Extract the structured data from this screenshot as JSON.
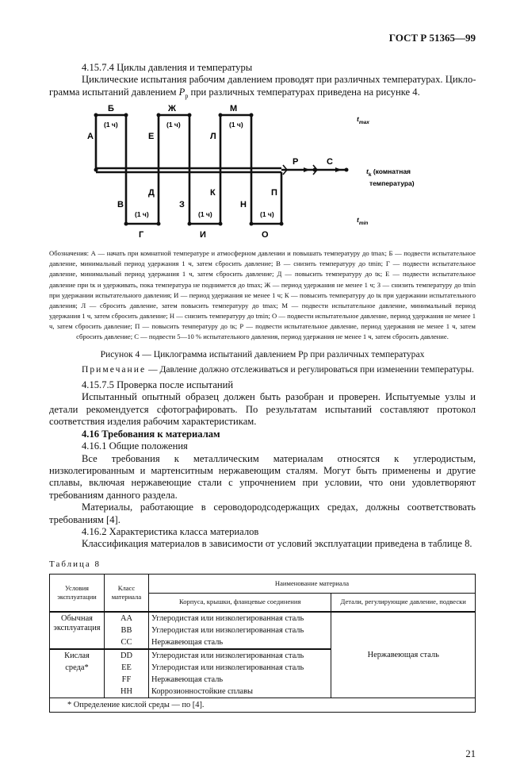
{
  "header": "ГОСТ Р 51365—99",
  "section_4_15_7_4": {
    "heading": "4.15.7.4 Циклы давления и температуры",
    "para_1": "Циклические испытания рабочим давлением проводят при различных температурах. Цикло-",
    "para_2a": "грамма испытаний давлением ",
    "para_sym": "P",
    "para_sub": "р",
    "para_2b": " при различных температурах приведена на рисунке 4."
  },
  "diagram": {
    "labels": {
      "A": "А",
      "B": "Б",
      "V": "В",
      "G": "Г",
      "D": "Д",
      "E": "Е",
      "Zh": "Ж",
      "Z": "З",
      "I": "И",
      "K": "К",
      "L": "Л",
      "M": "М",
      "N": "Н",
      "O": "О",
      "P": "П",
      "R": "Р",
      "S": "С"
    },
    "hold": "(1 ч)",
    "tmax": "t",
    "tmax_sub": "max",
    "tmin": "t",
    "tmin_sub": "min",
    "tk": "t",
    "tk_sub": "k",
    "tk_text1": " (комнатная",
    "tk_text2": "температура)"
  },
  "legend": "Обозначения: А — начать при комнатной температуре и атмосферном давлении и повышать температуру до tmax; Б — подвести испытательное давление, минимальный период удержания 1 ч, затем сбросить давление; В — снизить температуру до tmin; Г — подвести испытательное давление, минимальный период удержания 1 ч, затем сбросить давление; Д — повысить температуру до tк; Е — подвести испытательное давление при tк и удерживать, пока температура не поднимется до tmax; Ж — период удержания не менее 1 ч; З — снизить температуру до tmin при удержании испытательного давления; И — период удержания не менее 1 ч; К — повысить температуру до tк при удержании испытательного давления; Л — сбросить давление, затем повысить температуру до tmax; М — подвести испытательное давление, минимальный период удержания 1 ч, затем сбросить давление; Н — снизить температуру до tmin; О — подвести испытательное давление, период удержания не менее 1 ч, затем сбросить давление; П — повысить температуру до tк; Р — подвести испытательное давление, период удержания не менее 1 ч, затем сбросить давление; С — подвести 5—10 % испытательного давления, период удержания не менее 1 ч, затем сбросить давление.",
  "caption": "Рисунок 4 — Циклограмма испытаний давлением Pр при различных температурах",
  "note_label": "Примечание",
  "note_text": " — Давление должно отслеживаться и регулироваться при изменении температуры.",
  "section_4_15_7_5": {
    "heading": "4.15.7.5 Проверка после испытаний",
    "text": "Испытанный опытный образец должен быть разобран и проверен. Испытуемые узлы и детали рекомендуется сфотографировать. По результатам испытаний составляют протокол соответствия изделия рабочим характеристикам."
  },
  "section_4_16": {
    "heading": "4.16 Требования к материалам",
    "sub_1": "4.16.1 Общие положения",
    "text_1": "Все требования к металлическим материалам относятся к углеродистым, низколегированным и мартенситным нержавеющим сталям. Могут быть применены и другие сплавы, включая нержавеющие стали с упрочнением при условии, что они удовлетворяют требованиям данного раздела.",
    "text_2": "Материалы, работающие в сероводородсодержащих средах, должны соответствовать требованиям [4].",
    "sub_2": "4.16.2 Характеристика класса материалов",
    "text_3": "Классификация материалов в зависимости от условий эксплуатации приведена в таблице 8."
  },
  "table": {
    "title": "Таблица 8",
    "headers": {
      "conditions": "Условия эксплуатации",
      "class": "Класс материала",
      "name": "Наименование материала",
      "body": "Корпуса, крышки, фланцевые соединения",
      "parts": "Детали, регулирующие давление, подвески"
    },
    "groups": [
      {
        "condition": "Обычная эксплуатация",
        "rows": [
          [
            "AA",
            "Углеродистая или низколегированная сталь"
          ],
          [
            "BB",
            "Углеродистая или низколегированная сталь"
          ],
          [
            "CC",
            "Нержавеющая сталь"
          ]
        ]
      },
      {
        "condition": "Кислая среда*",
        "rows": [
          [
            "DD",
            "Углеродистая или низколегированная сталь"
          ],
          [
            "EE",
            "Углеродистая или низколегированная сталь"
          ],
          [
            "FF",
            "Нержавеющая сталь"
          ],
          [
            "HH",
            "Коррозионностойкие сплавы"
          ]
        ]
      }
    ],
    "parts_value": "Нержавеющая сталь",
    "footnote": "* Определение кислой среды — по [4]."
  },
  "page_number": "21"
}
